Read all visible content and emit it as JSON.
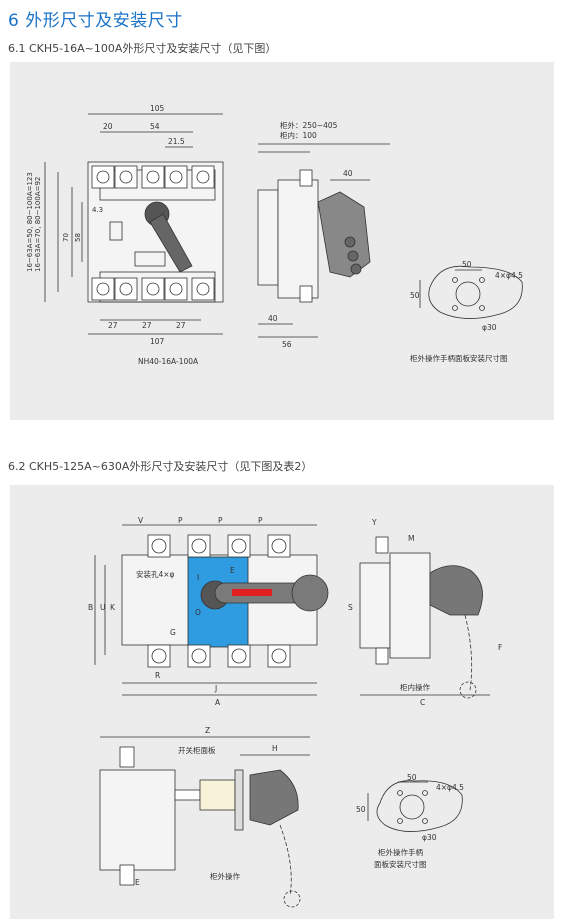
{
  "section_title": "6 外形尺寸及安装尺寸",
  "sub1": {
    "title": "6.1 CKH5-16A~100A外形尺寸及安装尺寸（见下图）",
    "dims_top": [
      "105",
      "20",
      "54",
      "21.5"
    ],
    "dims_side_left": [
      "16~63A=70, 80~100A=92",
      "16~63A=50, 80~100A=123",
      "70",
      "58",
      "4.3"
    ],
    "dims_bottom": [
      "27",
      "27",
      "27",
      "107"
    ],
    "model": "NH40-16A-100A",
    "cabinet_labels": [
      "柜外：250~405",
      "柜内：100"
    ],
    "side_dims": [
      "40",
      "40",
      "56"
    ],
    "hole_dims": [
      "50",
      "4×φ4.5",
      "50",
      "φ30"
    ],
    "hole_caption": "柜外操作手柄面板安装尺寸图"
  },
  "sub2": {
    "title": "6.2 CKH5-125A~630A外形尺寸及安装尺寸（见下图及表2）",
    "front_labels": [
      "V",
      "P",
      "P",
      "P",
      "安装孔4×φ",
      "B",
      "U",
      "K",
      "G",
      "R",
      "J",
      "A",
      "E",
      "O",
      "I"
    ],
    "side_labels": [
      "Y",
      "M",
      "S",
      "F",
      "C",
      "柜内操作"
    ],
    "bottom_labels": [
      "Z",
      "开关柜面板",
      "H",
      "E",
      "柜外操作"
    ],
    "hole_dims": [
      "50",
      "4×φ4.5",
      "50",
      "φ30"
    ],
    "hole_caption_1": "柜外操作手柄",
    "hole_caption_2": "面板安装尺寸图"
  }
}
